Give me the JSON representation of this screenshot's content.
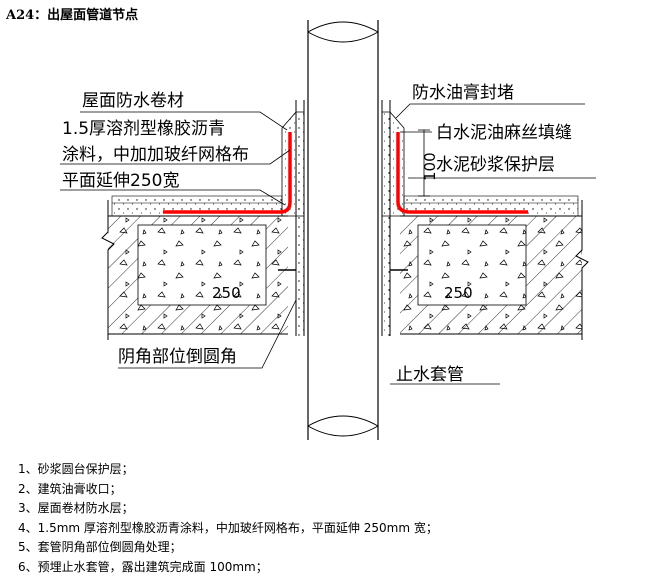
{
  "title": "A24：出屋面管道节点",
  "labels": {
    "roof_membrane": "屋面防水卷材",
    "coating_line1": "1.5厚溶剂型橡胶沥青",
    "coating_line2": "涂料，中加加玻纤网格布",
    "extend": "平面延伸250宽",
    "concave_corner": "阴角部位倒圆角",
    "sealant": "防水油膏封堵",
    "white_cement": "白水泥油麻丝填缝",
    "mortar": "水泥砂浆保护层",
    "sleeve": "止水套管",
    "dim_250_left": "250",
    "dim_250_right": "250",
    "dim_100": "100"
  },
  "notes": [
    "1、砂浆圆台保护层；",
    "2、建筑油膏收口；",
    "3、屋面卷材防水层；",
    "4、1.5mm 厚溶剂型橡胶沥青涂料，中加玻纤网格布，平面延伸 250mm 宽；",
    "5、套管阴角部位倒圆角处理；",
    "6、预埋止水套管，露出建筑完成面 100mm；"
  ],
  "colors": {
    "membrane": "#ff0000",
    "line": "#000000"
  }
}
